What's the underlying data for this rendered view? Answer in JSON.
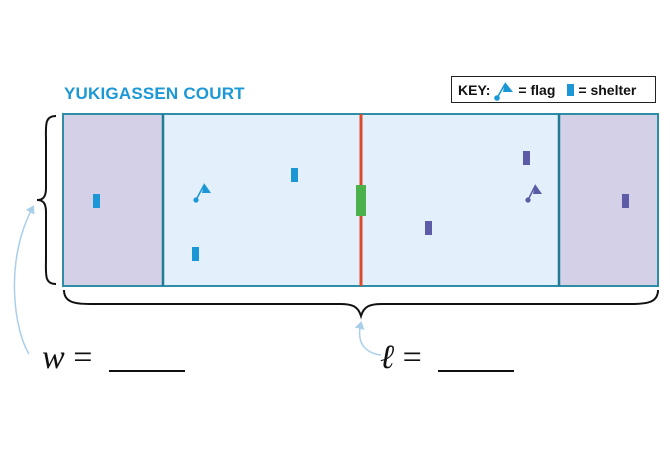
{
  "title": "YUKIGASSEN COURT",
  "key": {
    "label": "KEY:",
    "flag_text": "= flag",
    "shelter_text": "= shelter",
    "flag_icon": "flag-icon",
    "shelter_icon": "shelter-icon"
  },
  "width_label": {
    "variable": "w",
    "equals": "="
  },
  "length_label": {
    "variable": "ℓ",
    "equals": "="
  },
  "colors": {
    "title": "#1b98d5",
    "court_fill": "#e3effa",
    "end_zone_fill": "#d3d0e8",
    "court_border": "#2f8ea7",
    "zone_line": "#1f7c96",
    "center_line": "#dc4a2a",
    "center_marker": "#4bb24b",
    "team_left": "#1a97d4",
    "team_right": "#5d5aa6",
    "brace": "#111111",
    "arrow": "#a9cfe9"
  }
}
